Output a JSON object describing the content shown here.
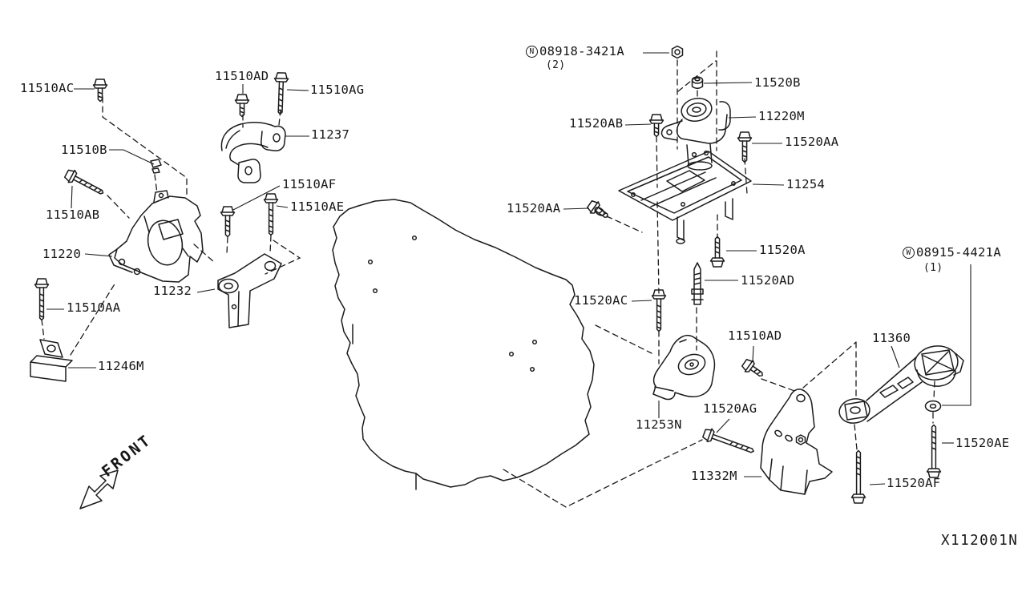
{
  "diagram": {
    "code": "X112001N",
    "front_label": "FRONT"
  },
  "part_labels": {
    "11510AC": "11510AC",
    "11510AD": "11510AD",
    "11510AG": "11510AG",
    "11237": "11237",
    "11510B": "11510B",
    "11510AB": "11510AB",
    "11510AF": "11510AF",
    "11510AE": "11510AE",
    "11220": "11220",
    "11232": "11232",
    "11510AA": "11510AA",
    "11246M": "11246M",
    "11520B": "11520B",
    "11520AB": "11520AB",
    "11220M": "11220M",
    "11520AA": "11520AA",
    "11254": "11254",
    "11520A": "11520A",
    "11520AD": "11520AD",
    "11520AC": "11520AC",
    "11253N": "11253N",
    "11520AG": "11520AG",
    "11332M": "11332M",
    "11360": "11360",
    "11520AE": "11520AE",
    "11520AF": "11520AF"
  },
  "hardware_note_n": {
    "prefix": "N",
    "number": "08918-3421A",
    "qty": "(2)"
  },
  "hardware_note_w": {
    "prefix": "W",
    "number": "08915-4421A",
    "qty": "(1)"
  }
}
